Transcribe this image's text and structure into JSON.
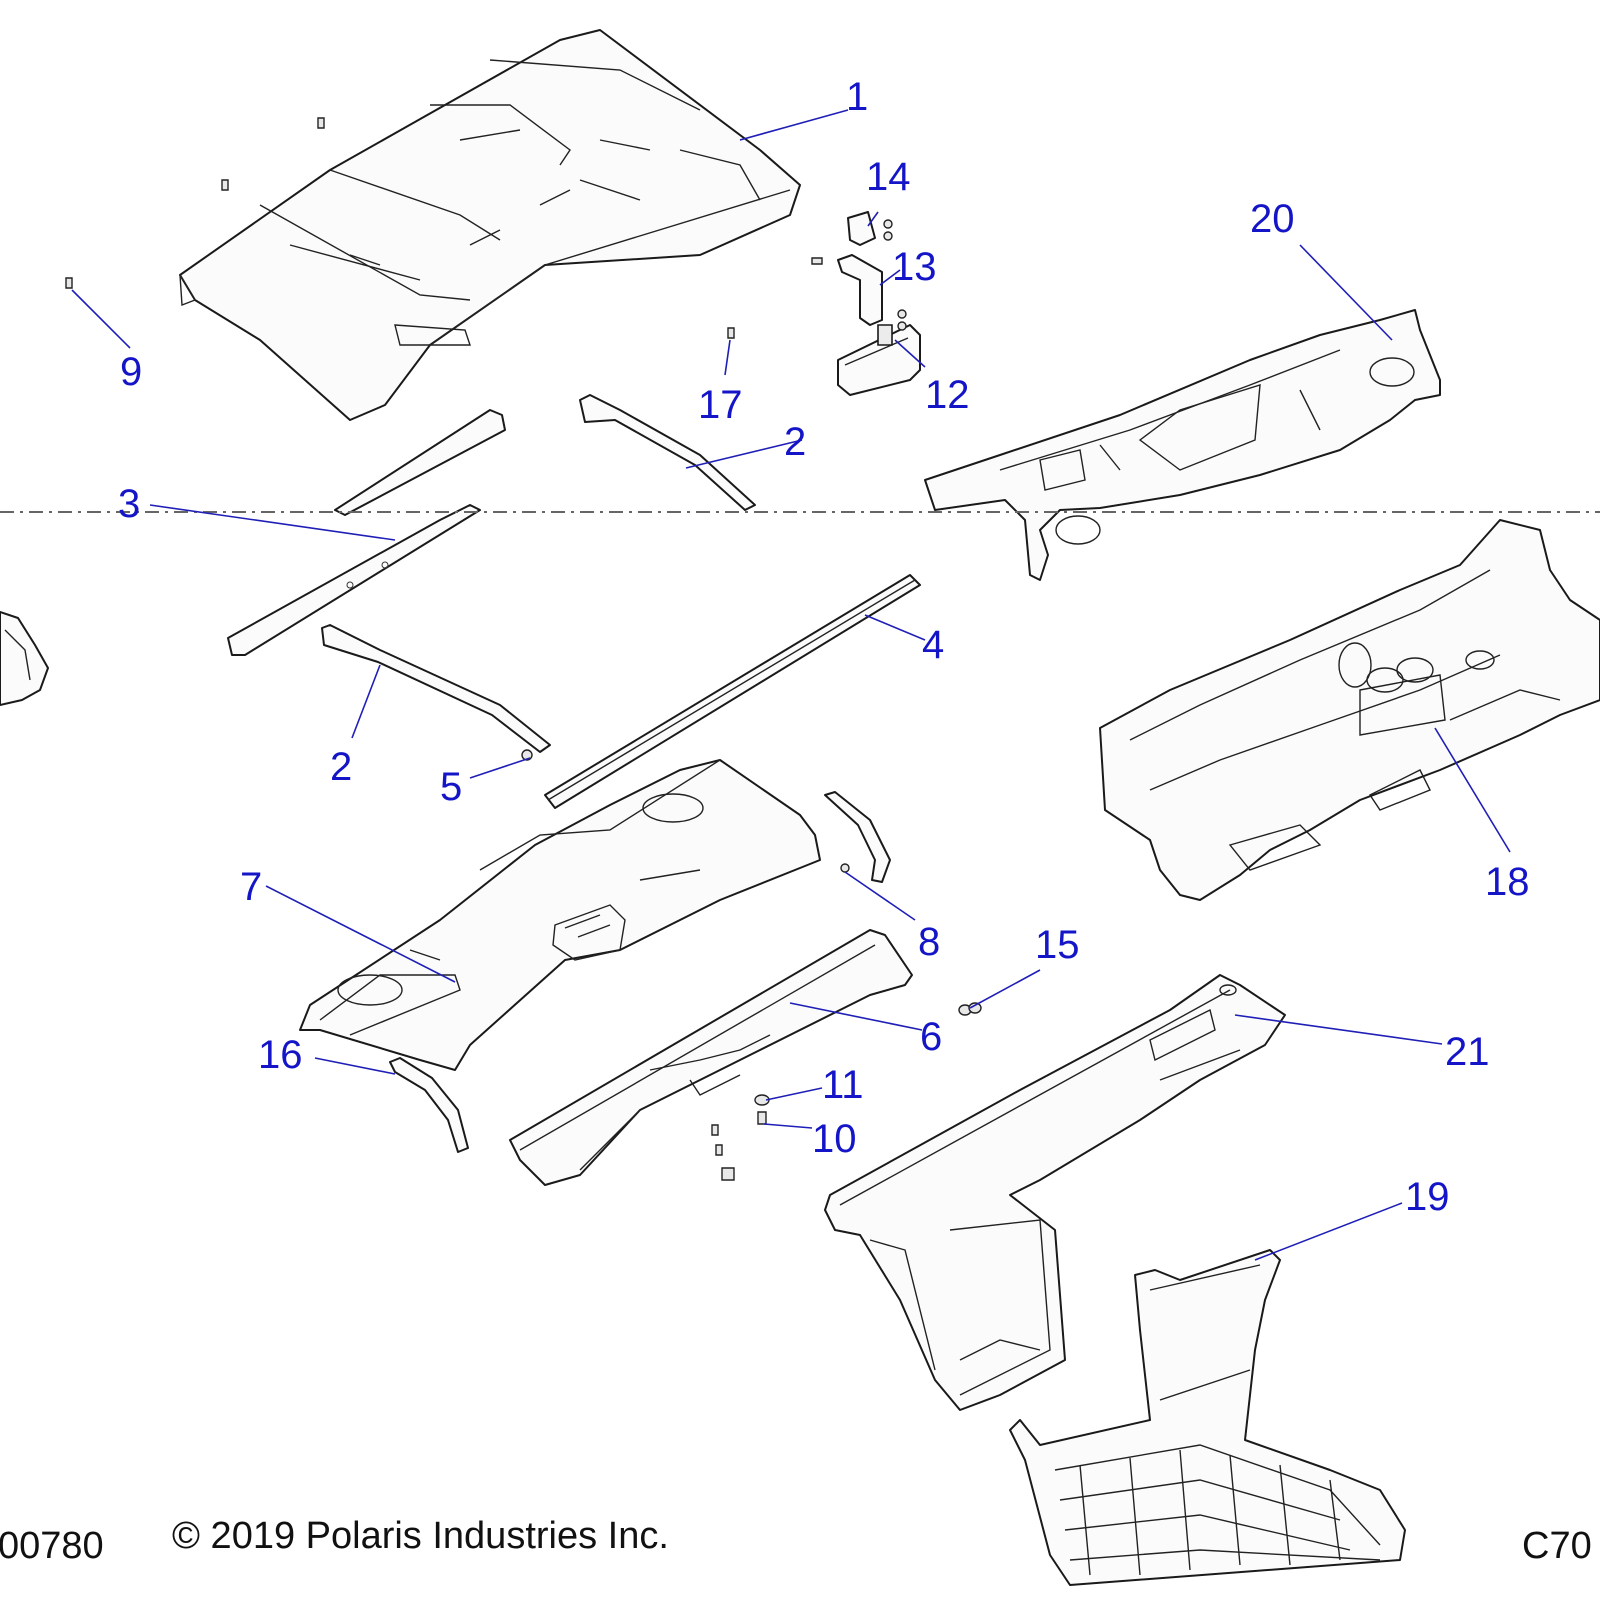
{
  "callouts": [
    {
      "id": "1",
      "text": "1"
    },
    {
      "id": "2a",
      "text": "2"
    },
    {
      "id": "2b",
      "text": "2"
    },
    {
      "id": "3",
      "text": "3"
    },
    {
      "id": "4",
      "text": "4"
    },
    {
      "id": "5",
      "text": "5"
    },
    {
      "id": "6",
      "text": "6"
    },
    {
      "id": "7",
      "text": "7"
    },
    {
      "id": "8",
      "text": "8"
    },
    {
      "id": "9",
      "text": "9"
    },
    {
      "id": "10",
      "text": "10"
    },
    {
      "id": "11",
      "text": "11"
    },
    {
      "id": "12",
      "text": "12"
    },
    {
      "id": "13",
      "text": "13"
    },
    {
      "id": "14",
      "text": "14"
    },
    {
      "id": "15",
      "text": "15"
    },
    {
      "id": "16",
      "text": "16"
    },
    {
      "id": "17",
      "text": "17"
    },
    {
      "id": "18",
      "text": "18"
    },
    {
      "id": "19",
      "text": "19"
    },
    {
      "id": "20",
      "text": "20"
    },
    {
      "id": "21",
      "text": "21"
    }
  ],
  "footer": {
    "left_code": "00780",
    "copyright": "© 2019 Polaris Industries Inc.",
    "right_code": "C70"
  },
  "colors": {
    "callout": "#1515c8",
    "line_art": "#1a1a1a",
    "background": "#ffffff"
  }
}
